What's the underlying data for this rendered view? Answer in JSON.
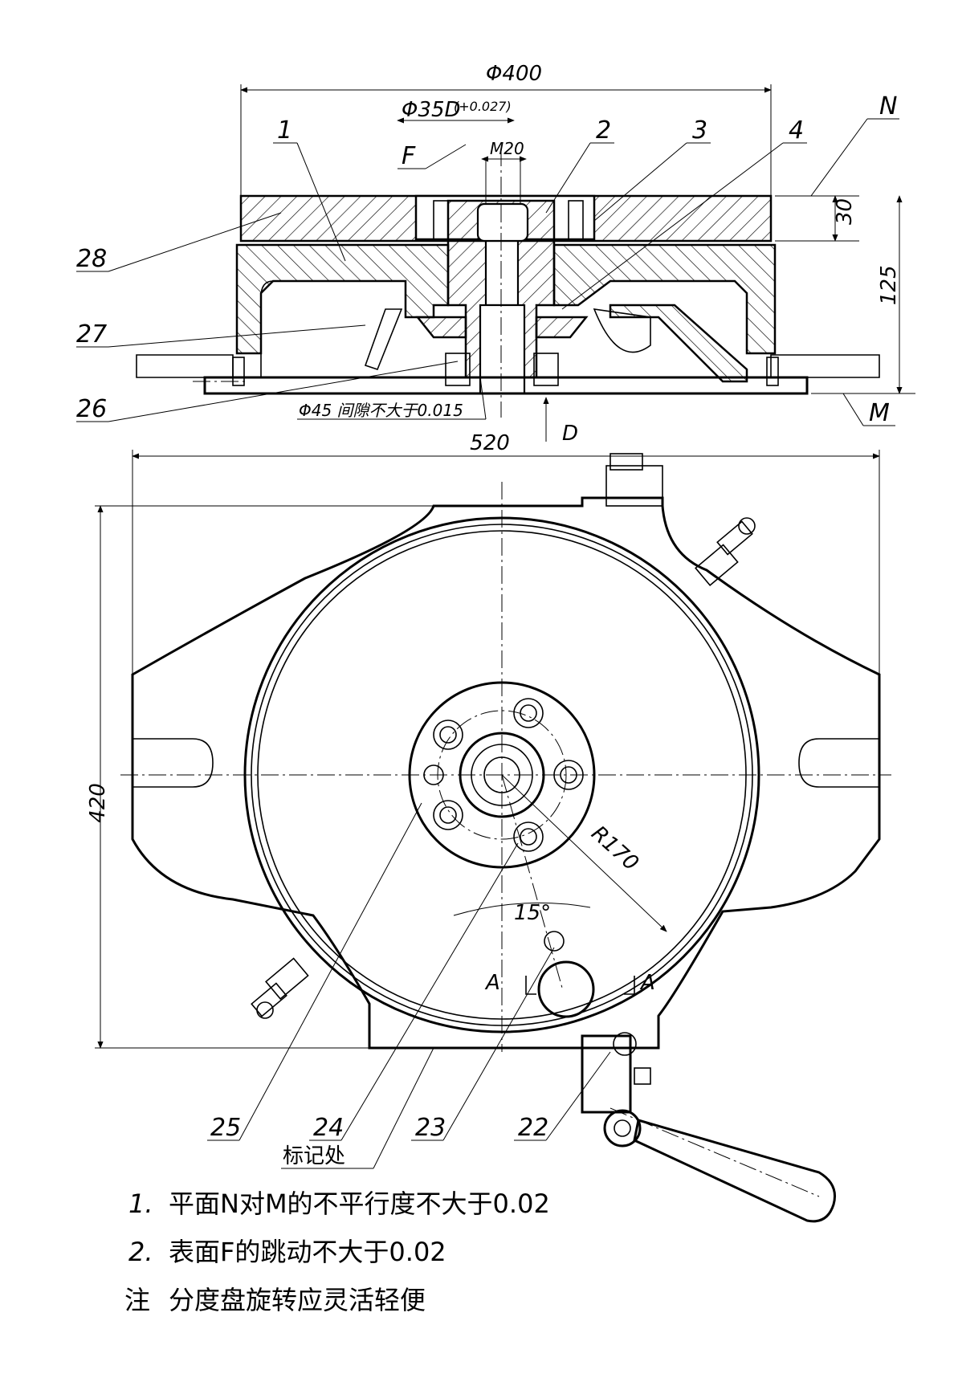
{
  "dimensions": {
    "phi400": "Φ400",
    "phi35d": "Φ35D",
    "phi35d_tol": "(+0.027)",
    "m20": "M20",
    "d30": "30",
    "d125": "125",
    "phi45_note": "Φ45 间隙不大于0.015",
    "d520": "520",
    "d420": "420",
    "r170": "R170",
    "angle15": "15°"
  },
  "callouts": {
    "c1": "1",
    "c2": "2",
    "c3": "3",
    "c4": "4",
    "cN": "N",
    "cF": "F",
    "c28": "28",
    "c27": "27",
    "c26": "26",
    "cM": "M",
    "cD": "D",
    "c25": "25",
    "c24": "24",
    "c23": "23",
    "c22": "22",
    "cA_left": "A",
    "cA_right": "A",
    "mark_position": "标记处"
  },
  "notes": [
    {
      "num": "1.",
      "text": "平面N对M的不平行度不大于0.02"
    },
    {
      "num": "2.",
      "text": "表面F的跳动不大于0.02"
    },
    {
      "num": "注",
      "text": "分度盘旋转应灵活轻便"
    }
  ]
}
